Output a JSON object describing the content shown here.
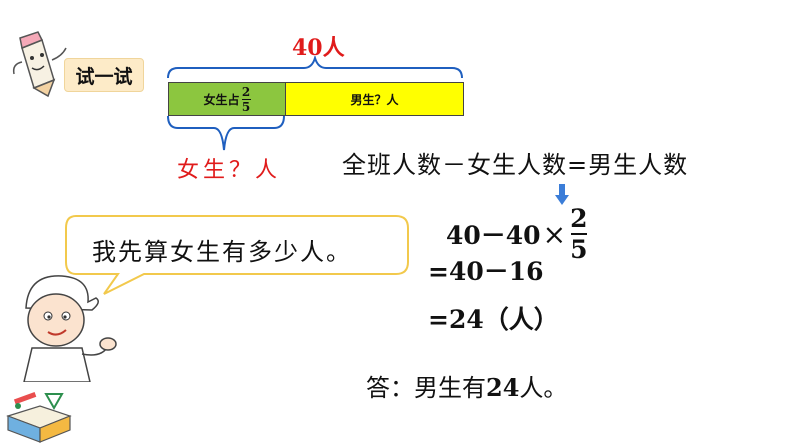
{
  "badge": {
    "label": "试一试"
  },
  "diagram": {
    "total_label": "40人",
    "girls_segment_prefix": "女生占",
    "girls_segment_frac_num": "2",
    "girls_segment_frac_den": "5",
    "boys_segment_label": "男生？人",
    "girls_question_label": "女生？人"
  },
  "bubble": {
    "text": "我先算女生有多少人。"
  },
  "solution": {
    "word_equation": "全班人数－女生人数=男生人数",
    "line1_left": "40－40",
    "line1_op": "×",
    "line1_frac_num": "2",
    "line1_frac_den": "5",
    "line2": "=40－16",
    "line3": "=24（人）",
    "answer_prefix": "答：男生有",
    "answer_value": "24",
    "answer_suffix": "人。"
  },
  "colors": {
    "accent_red": "#e01b1b",
    "girls_green": "#8cc63f",
    "boys_yellow": "#ffff00",
    "arrow_blue": "#3b7dd8",
    "bubble_border": "#f2c94c",
    "badge_bg": "#fdebc8"
  }
}
